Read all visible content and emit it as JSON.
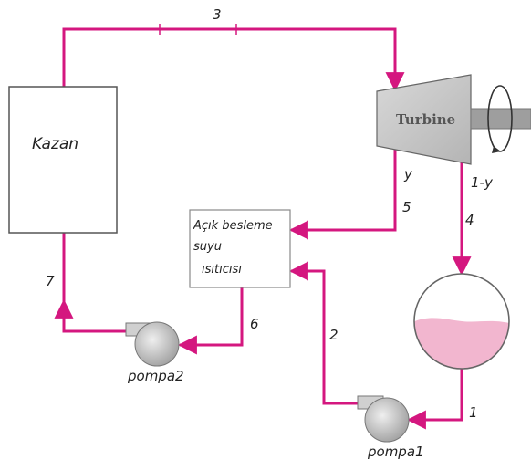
{
  "colors": {
    "pipe": "#d4177f",
    "component_stroke": "#555555",
    "condenser_liquid": "#f2b6cf",
    "component_fill": "#e6e6e6"
  },
  "components": {
    "boiler": {
      "label": "Kazan"
    },
    "turbine": {
      "label": "Turbine"
    },
    "heater": {
      "line1": "Açık besleme",
      "line2": "suyu",
      "line3": "ısıtıcısı"
    },
    "pump1": {
      "label": "pompa1"
    },
    "pump2": {
      "label": "pompa2"
    }
  },
  "states": {
    "s1": "1",
    "s2": "2",
    "s3": "3",
    "s4": "4",
    "s5": "5",
    "s6": "6",
    "s7": "7"
  },
  "fractions": {
    "extraction": "y",
    "remaining": "1-y"
  }
}
